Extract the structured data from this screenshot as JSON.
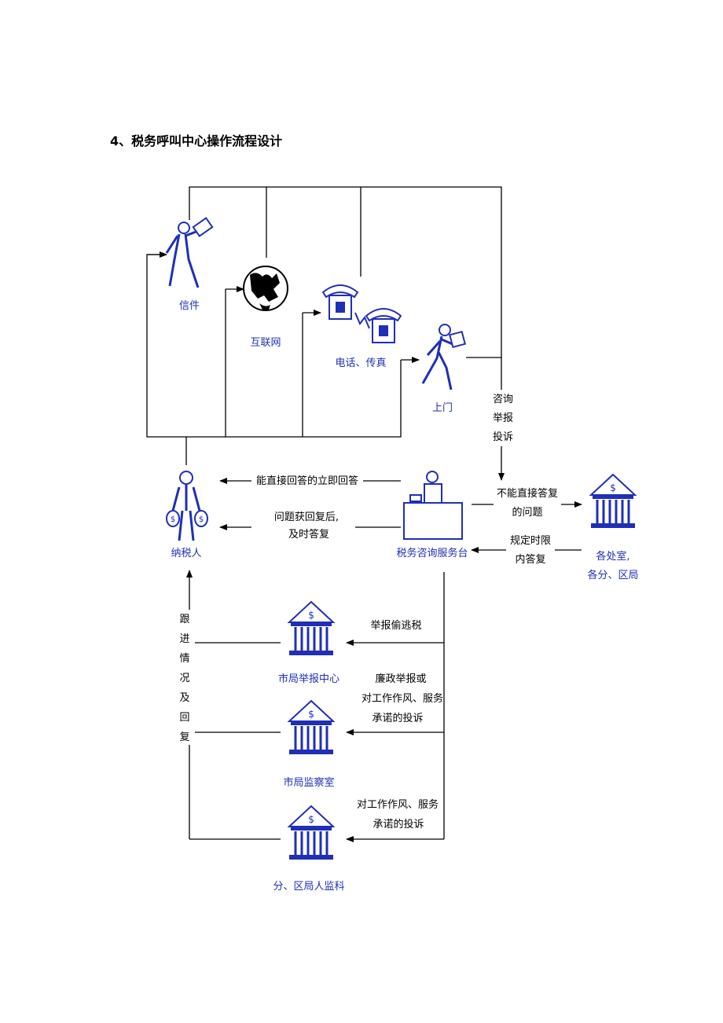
{
  "title": "4、税务呼叫中心操作流程设计",
  "channels": {
    "letter": "信件",
    "internet": "互联网",
    "phone_fax": "电话、传真",
    "visit": "上门"
  },
  "taxpayer": "纳税人",
  "service_desk": "税务咨询服务台",
  "departments": [
    "各处室,",
    "各分、区局"
  ],
  "consult_report_complaint": [
    "咨询",
    "举报",
    "投诉"
  ],
  "reply_direct": "能直接回答的立即回答",
  "reply_later": [
    "问题获回复后,",
    "及时答复"
  ],
  "not_direct": [
    "不能直接答复",
    "的问题"
  ],
  "reply_deadline": [
    "规定时限",
    "内答复"
  ],
  "follow_up": [
    "跟",
    "进",
    "情",
    "况",
    "及",
    "回",
    "复"
  ],
  "report_center": "市局举报中心",
  "report_evasion": "举报偷逃税",
  "supervision_office": "市局监察室",
  "supervision_label": [
    "廉政举报或",
    "对工作作风、服务",
    "承诺的投诉"
  ],
  "district_supervision": "分、区局人监科",
  "district_label": [
    "对工作作风、服务",
    "承诺的投诉"
  ],
  "colors": {
    "label_blue": "#1f2fb8",
    "line": "#000000"
  }
}
